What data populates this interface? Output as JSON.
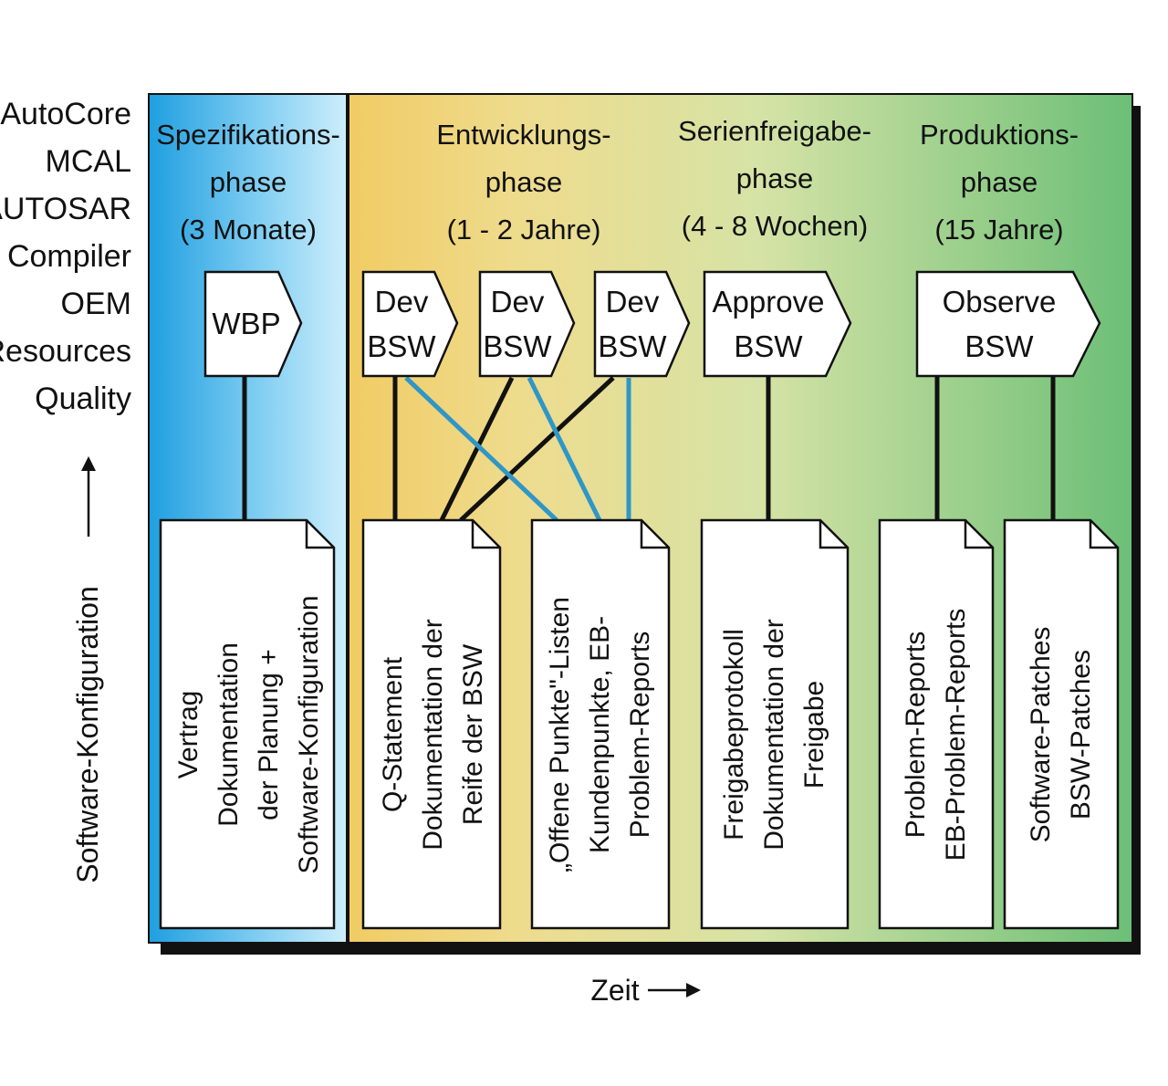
{
  "left_labels": [
    "AutoCore",
    "MCAL",
    "AUTOSAR",
    "Compiler",
    "OEM",
    "Resources",
    "Quality"
  ],
  "y_axis_label": "Software-Konfiguration",
  "x_axis_label": "Zeit",
  "phases": [
    {
      "line1": "Spezifikations-",
      "line2": "phase",
      "line3": "(3 Monate)"
    },
    {
      "line1": "Entwicklungs-",
      "line2": "phase",
      "line3": "(1 - 2 Jahre)"
    },
    {
      "line1": "Serienfreigabe-",
      "line2": "phase",
      "line3": "(4 - 8 Wochen)"
    },
    {
      "line1": "Produktions-",
      "line2": "phase",
      "line3": "(15 Jahre)"
    }
  ],
  "activities": [
    {
      "line1": "WBP",
      "line2": ""
    },
    {
      "line1": "Dev",
      "line2": "BSW"
    },
    {
      "line1": "Dev",
      "line2": "BSW"
    },
    {
      "line1": "Dev",
      "line2": "BSW"
    },
    {
      "line1": "Approve",
      "line2": "BSW"
    },
    {
      "line1": "Observe",
      "line2": "BSW"
    }
  ],
  "documents": [
    {
      "lines": [
        "Vertrag",
        "Dokumentation",
        "der Planung +",
        "Software-Konfiguration"
      ]
    },
    {
      "lines": [
        "Q-Statement",
        "Dokumentation der",
        "Reife der BSW"
      ]
    },
    {
      "lines": [
        "„Offene Punkte\"-Listen",
        "Kundenpunkte, EB-",
        "Problem-Reports"
      ]
    },
    {
      "lines": [
        "Freigabeprotokoll",
        "Dokumentation der",
        "Freigabe"
      ]
    },
    {
      "lines": [
        "Problem-Reports",
        "EB-Problem-Reports"
      ]
    },
    {
      "lines": [
        "Software-Patches",
        "BSW-Patches"
      ]
    }
  ],
  "colors": {
    "blue_dark": "#1f9fe0",
    "blue_light": "#c8ebfa",
    "orange": "#f5b934",
    "yellow": "#eedf93",
    "green_light": "#b8d99a",
    "green": "#6cbf77",
    "link_blue": "#2f96c8",
    "link_black": "#111111"
  }
}
